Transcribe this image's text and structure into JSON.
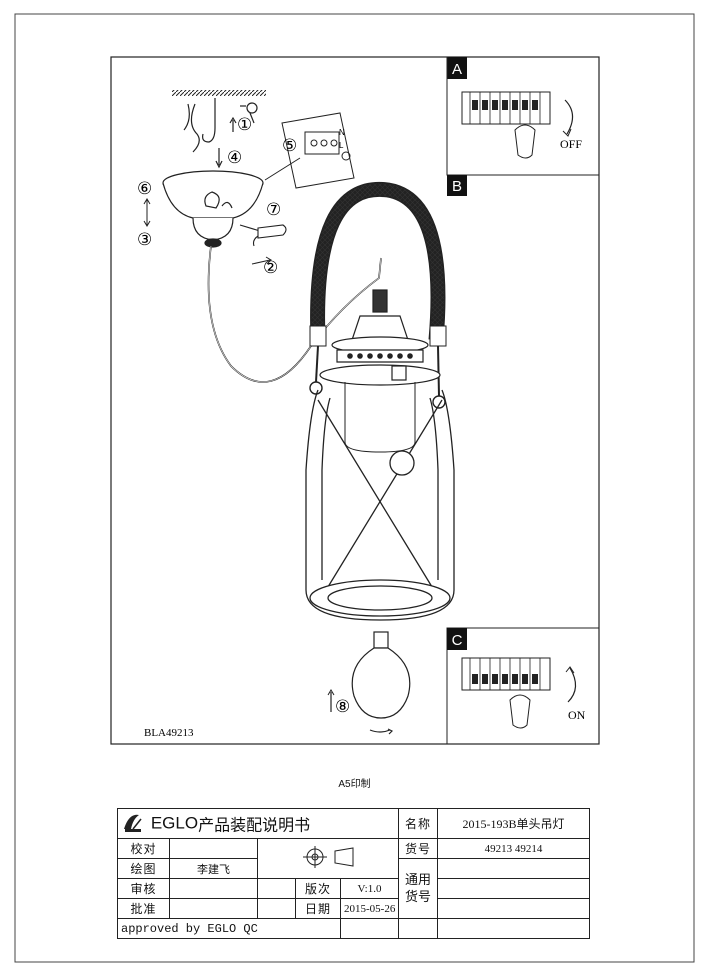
{
  "drawing": {
    "model_code": "BLA49213",
    "step_labels": [
      "①",
      "②",
      "③",
      "④",
      "⑤",
      "⑥",
      "⑦",
      "⑧"
    ],
    "terminal_marks": [
      "N",
      "L"
    ],
    "inset_a": {
      "letter": "A",
      "switch_text": "OFF"
    },
    "inset_b": {
      "letter": "B"
    },
    "inset_c": {
      "letter": "C",
      "switch_text": "ON"
    }
  },
  "print_size": "A5印制",
  "title_block": {
    "brand": "EGLO",
    "doc_title": "产品装配说明书",
    "name_label": "名称",
    "name_value": "2015-193B单头吊灯",
    "check_label": "校对",
    "drawn_label": "绘图",
    "drawn_value": "李建飞",
    "item_no_label": "货号",
    "item_no_value": "49213 49214",
    "review_label": "审核",
    "version_label": "版次",
    "version_value": "V:1.0",
    "common_item_label": "通用货号",
    "approve_label": "批准",
    "date_label": "日期",
    "date_value": "2015-05-26",
    "approved_by": "approved by EGLO QC"
  }
}
